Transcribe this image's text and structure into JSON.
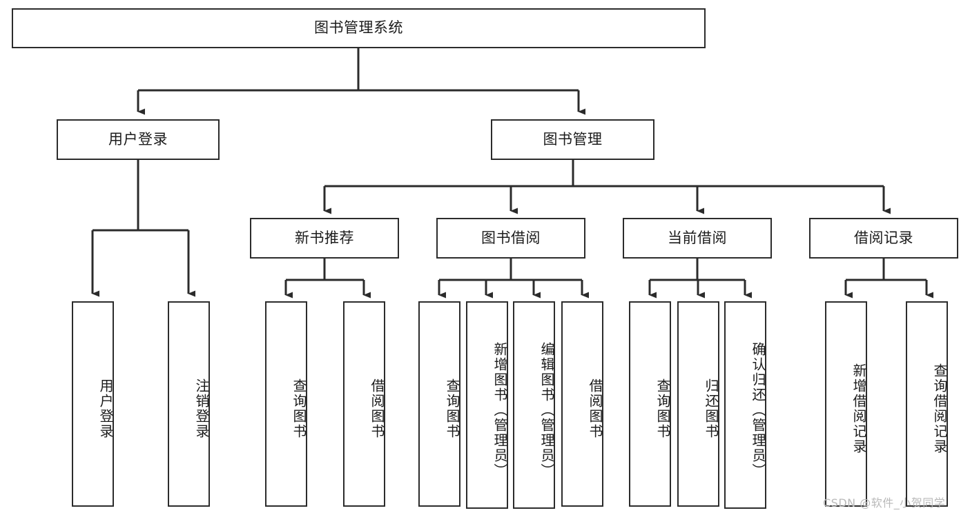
{
  "diagram": {
    "title": "图书管理系统",
    "watermark": "CSDN @软件_小贺同学",
    "stroke_color": "#2b2b2b",
    "background_color": "#ffffff",
    "text_color": "#1b1b1b",
    "watermark_color": "#b9b9b9"
  },
  "nodes": {
    "root": {
      "label": "图书管理系统"
    },
    "level2": [
      {
        "label": "用户登录"
      },
      {
        "label": "图书管理"
      }
    ],
    "level3": [
      {
        "label": "新书推荐"
      },
      {
        "label": "图书借阅"
      },
      {
        "label": "当前借阅"
      },
      {
        "label": "借阅记录"
      }
    ],
    "leaves": {
      "user_login": [
        {
          "label": "用户登录"
        },
        {
          "label": "注销登录"
        }
      ],
      "new_book_recommend": [
        {
          "label": "查询图书"
        },
        {
          "label": "借阅图书"
        }
      ],
      "book_borrow": [
        {
          "label": "查询图书"
        },
        {
          "label": "新增图书（管理员）"
        },
        {
          "label": "编辑图书（管理员）"
        },
        {
          "label": "借阅图书"
        }
      ],
      "current_borrow": [
        {
          "label": "查询图书"
        },
        {
          "label": "归还图书"
        },
        {
          "label": "确认归还（管理员）"
        }
      ],
      "borrow_record": [
        {
          "label": "新增借阅记录"
        },
        {
          "label": "查询借阅记录"
        }
      ]
    }
  }
}
